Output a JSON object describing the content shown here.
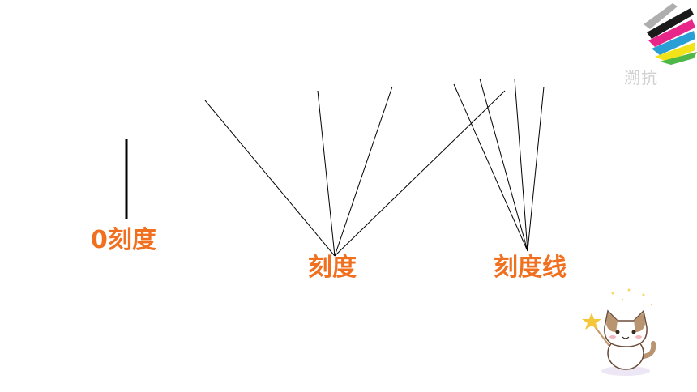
{
  "labels": {
    "zero_scale": "0刻度",
    "scale": "刻度",
    "scale_line": "刻度线"
  },
  "logo": {
    "text": "溯抗"
  },
  "colors": {
    "label": "#f07020",
    "line": "#000000",
    "background": "#ffffff"
  },
  "icons": [
    "brush-stroke-logo",
    "cat-with-wand-icon"
  ]
}
